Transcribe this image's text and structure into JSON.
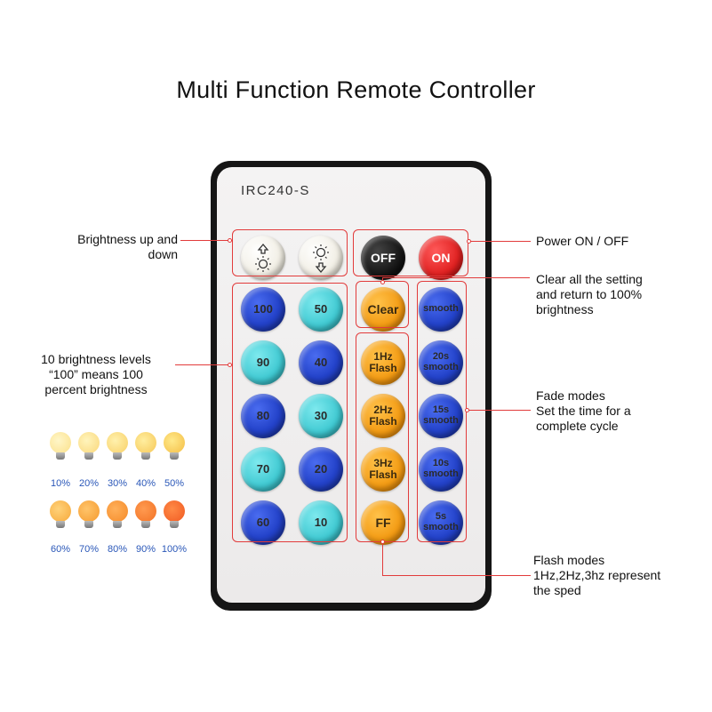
{
  "title": "Multi Function Remote Controller",
  "remote": {
    "model": "IRC240-S",
    "buttons": {
      "bright_up_icon": "brightness-up-icon",
      "bright_down_icon": "brightness-down-icon",
      "off": "OFF",
      "on": "ON",
      "b100": "100",
      "b50": "50",
      "b90": "90",
      "b40": "40",
      "b80": "80",
      "b30": "30",
      "b70": "70",
      "b20": "20",
      "b60": "60",
      "b10": "10",
      "clear": "Clear",
      "flash1": "1Hz\nFlash",
      "flash2": "2Hz\nFlash",
      "flash3": "3Hz\nFlash",
      "ff": "FF",
      "smooth": "smooth",
      "s20": "20s\nsmooth",
      "s15": "15s\nsmooth",
      "s10": "10s\nsmooth",
      "s5": "5s\nsmooth"
    }
  },
  "annotations": {
    "brightness_updown": "Brightness up and\ndown",
    "levels": "10 brightness levels\n“100” means 100\npercent brightness",
    "power": "Power ON / OFF",
    "clear": "Clear all the setting\nand return to 100%\nbrightness",
    "fade": "Fade modes\nSet the time for a\ncomplete cycle",
    "flash": "Flash modes\n1Hz,2Hz,3hz represent\nthe sped"
  },
  "bulbs": {
    "row1": [
      "10%",
      "20%",
      "30%",
      "40%",
      "50%"
    ],
    "row2": [
      "60%",
      "70%",
      "80%",
      "90%",
      "100%"
    ]
  },
  "colors": {
    "annotation_red": "#e23b3b",
    "blue_button": "#2342c9",
    "cyan_button": "#3fc9d2",
    "orange_button": "#f39a12",
    "percent_text": "#2a57b8"
  }
}
